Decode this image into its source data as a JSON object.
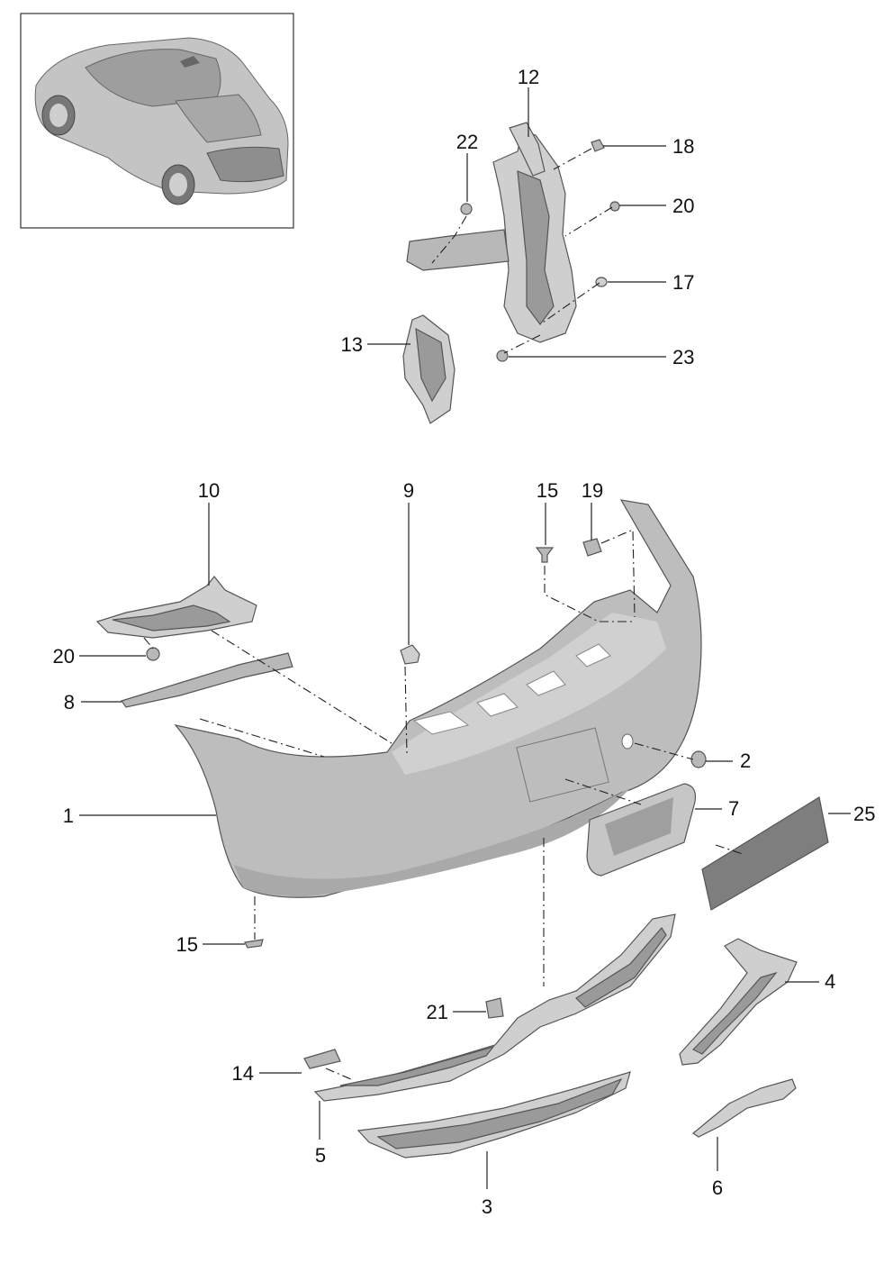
{
  "diagram": {
    "callouts": [
      {
        "id": "c12",
        "text": "12"
      },
      {
        "id": "c22",
        "text": "22"
      },
      {
        "id": "c18",
        "text": "18"
      },
      {
        "id": "c20a",
        "text": "20"
      },
      {
        "id": "c17",
        "text": "17"
      },
      {
        "id": "c13",
        "text": "13"
      },
      {
        "id": "c23",
        "text": "23"
      },
      {
        "id": "c10",
        "text": "10"
      },
      {
        "id": "c9",
        "text": "9"
      },
      {
        "id": "c15a",
        "text": "15"
      },
      {
        "id": "c19",
        "text": "19"
      },
      {
        "id": "c20b",
        "text": "20"
      },
      {
        "id": "c8",
        "text": "8"
      },
      {
        "id": "c2",
        "text": "2"
      },
      {
        "id": "c1",
        "text": "1"
      },
      {
        "id": "c7",
        "text": "7"
      },
      {
        "id": "c25",
        "text": "25"
      },
      {
        "id": "c15b",
        "text": "15"
      },
      {
        "id": "c4",
        "text": "4"
      },
      {
        "id": "c21",
        "text": "21"
      },
      {
        "id": "c14",
        "text": "14"
      },
      {
        "id": "c5",
        "text": "5"
      },
      {
        "id": "c6",
        "text": "6"
      },
      {
        "id": "c3",
        "text": "3"
      }
    ]
  }
}
